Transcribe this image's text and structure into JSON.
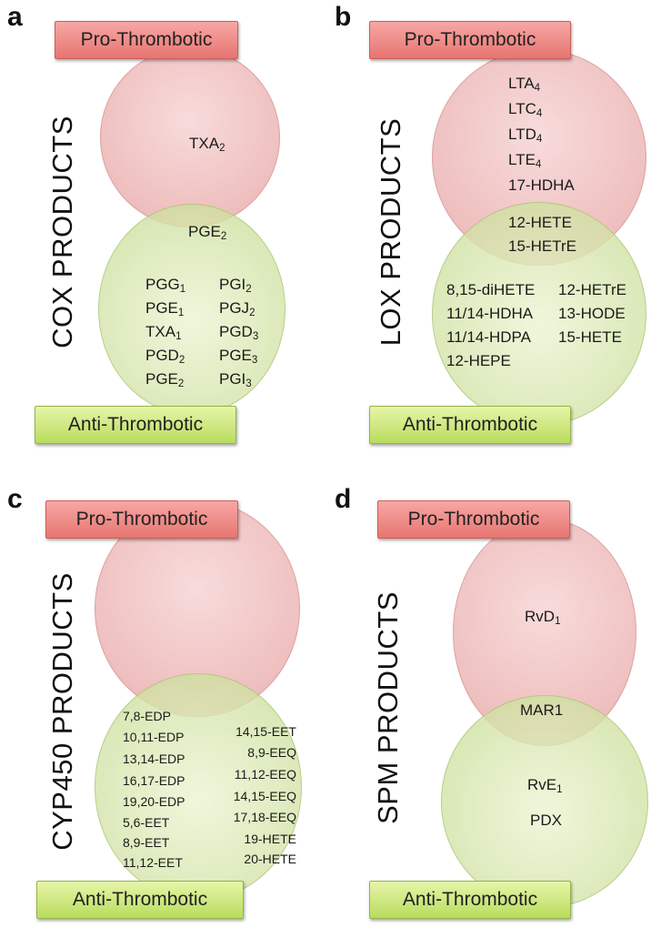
{
  "panels": [
    {
      "letter": "a",
      "title": "COX PRODUCTS",
      "pro_label": "Pro-Thrombotic",
      "anti_label": "Anti-Thrombotic",
      "pro_items": [
        {
          "base": "TXA",
          "sub": "2"
        }
      ],
      "overlap_items": [
        {
          "base": "PGE",
          "sub": "2"
        }
      ],
      "anti_col1": [
        {
          "base": "PGG",
          "sub": "1"
        },
        {
          "base": "PGE",
          "sub": "1"
        },
        {
          "base": "TXA",
          "sub": "1"
        },
        {
          "base": "PGD",
          "sub": "2"
        },
        {
          "base": "PGE",
          "sub": "2"
        }
      ],
      "anti_col2": [
        {
          "base": "PGI",
          "sub": "2"
        },
        {
          "base": "PGJ",
          "sub": "2"
        },
        {
          "base": "PGD",
          "sub": "3"
        },
        {
          "base": "PGE",
          "sub": "3"
        },
        {
          "base": "PGI",
          "sub": "3"
        }
      ]
    },
    {
      "letter": "b",
      "title": "LOX PRODUCTS",
      "pro_label": "Pro-Thrombotic",
      "anti_label": "Anti-Thrombotic",
      "pro_items": [
        {
          "base": "LTA",
          "sub": "4"
        },
        {
          "base": "LTC",
          "sub": "4"
        },
        {
          "base": "LTD",
          "sub": "4"
        },
        {
          "base": "LTE",
          "sub": "4"
        },
        {
          "base": "17-HDHA",
          "sub": ""
        }
      ],
      "overlap_items": [
        {
          "base": "12-HETE",
          "sub": ""
        },
        {
          "base": "15-HETrE",
          "sub": ""
        }
      ],
      "anti_col1": [
        {
          "base": "8,15-diHETE",
          "sub": ""
        },
        {
          "base": "11/14-HDHA",
          "sub": ""
        },
        {
          "base": "11/14-HDPA",
          "sub": ""
        },
        {
          "base": "12-HEPE",
          "sub": ""
        }
      ],
      "anti_col2": [
        {
          "base": "12-HETrE",
          "sub": ""
        },
        {
          "base": "13-HODE",
          "sub": ""
        },
        {
          "base": "15-HETE",
          "sub": ""
        }
      ]
    },
    {
      "letter": "c",
      "title": "CYP450 PRODUCTS",
      "pro_label": "Pro-Thrombotic",
      "anti_label": "Anti-Thrombotic",
      "pro_items": [],
      "overlap_items": [],
      "anti_col1": [
        {
          "base": "7,8-EDP",
          "sub": ""
        },
        {
          "base": "10,11-EDP",
          "sub": ""
        },
        {
          "base": "13,14-EDP",
          "sub": ""
        },
        {
          "base": "16,17-EDP",
          "sub": ""
        },
        {
          "base": "19,20-EDP",
          "sub": ""
        },
        {
          "base": "5,6-EET",
          "sub": ""
        },
        {
          "base": "8,9-EET",
          "sub": ""
        },
        {
          "base": "11,12-EET",
          "sub": ""
        }
      ],
      "anti_col2": [
        {
          "base": "14,15-EET",
          "sub": ""
        },
        {
          "base": "8,9-EEQ",
          "sub": ""
        },
        {
          "base": "11,12-EEQ",
          "sub": ""
        },
        {
          "base": "14,15-EEQ",
          "sub": ""
        },
        {
          "base": "17,18-EEQ",
          "sub": ""
        },
        {
          "base": "19-HETE",
          "sub": ""
        },
        {
          "base": "20-HETE",
          "sub": ""
        }
      ]
    },
    {
      "letter": "d",
      "title": "SPM PRODUCTS",
      "pro_label": "Pro-Thrombotic",
      "anti_label": "Anti-Thrombotic",
      "pro_items": [
        {
          "base": "RvD",
          "sub": "1"
        }
      ],
      "overlap_items": [
        {
          "base": "MAR1",
          "sub": ""
        }
      ],
      "anti_col1": [
        {
          "base": "RvE",
          "sub": "1"
        },
        {
          "base": "PDX",
          "sub": ""
        }
      ],
      "anti_col2": []
    }
  ]
}
